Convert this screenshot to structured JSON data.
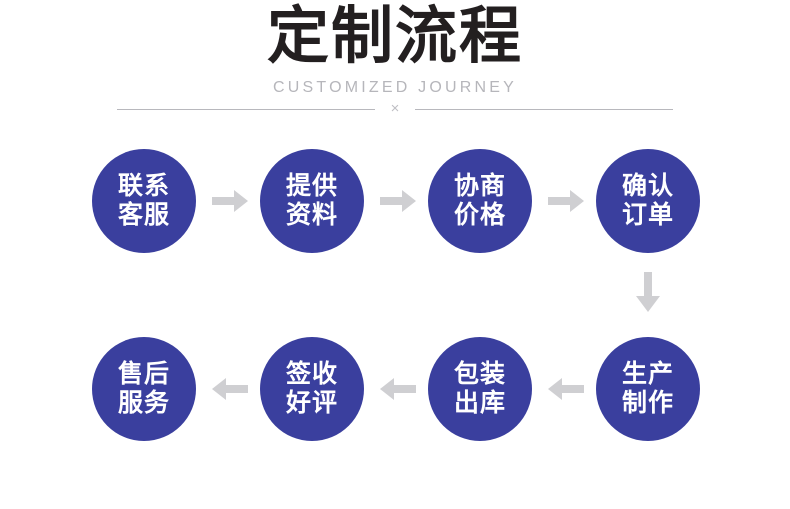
{
  "header": {
    "title": "定制流程",
    "subtitle": "CUSTOMIZED JOURNEY",
    "divider_mark": "×"
  },
  "colors": {
    "node_fill": "#3a3f9e",
    "node_text": "#ffffff",
    "title_text": "#231f20",
    "subtitle_text": "#b6b6bb",
    "arrow": "#cfcfd2",
    "divider": "#b8b8bd",
    "background": "#ffffff"
  },
  "flow": {
    "rows": [
      {
        "direction": "left-to-right",
        "nodes": [
          {
            "line1": "联系",
            "line2": "客服"
          },
          {
            "line1": "提供",
            "line2": "资料"
          },
          {
            "line1": "协商",
            "line2": "价格"
          },
          {
            "line1": "确认",
            "line2": "订单"
          }
        ],
        "arrow_labels": [
          "arrow-right",
          "arrow-right",
          "arrow-right"
        ]
      },
      {
        "direction": "right-to-left",
        "nodes": [
          {
            "line1": "售后",
            "line2": "服务"
          },
          {
            "line1": "签收",
            "line2": "好评"
          },
          {
            "line1": "包装",
            "line2": "出库"
          },
          {
            "line1": "生产",
            "line2": "制作"
          }
        ],
        "arrow_labels": [
          "arrow-left",
          "arrow-left",
          "arrow-left"
        ]
      }
    ],
    "connector": "arrow-down"
  }
}
